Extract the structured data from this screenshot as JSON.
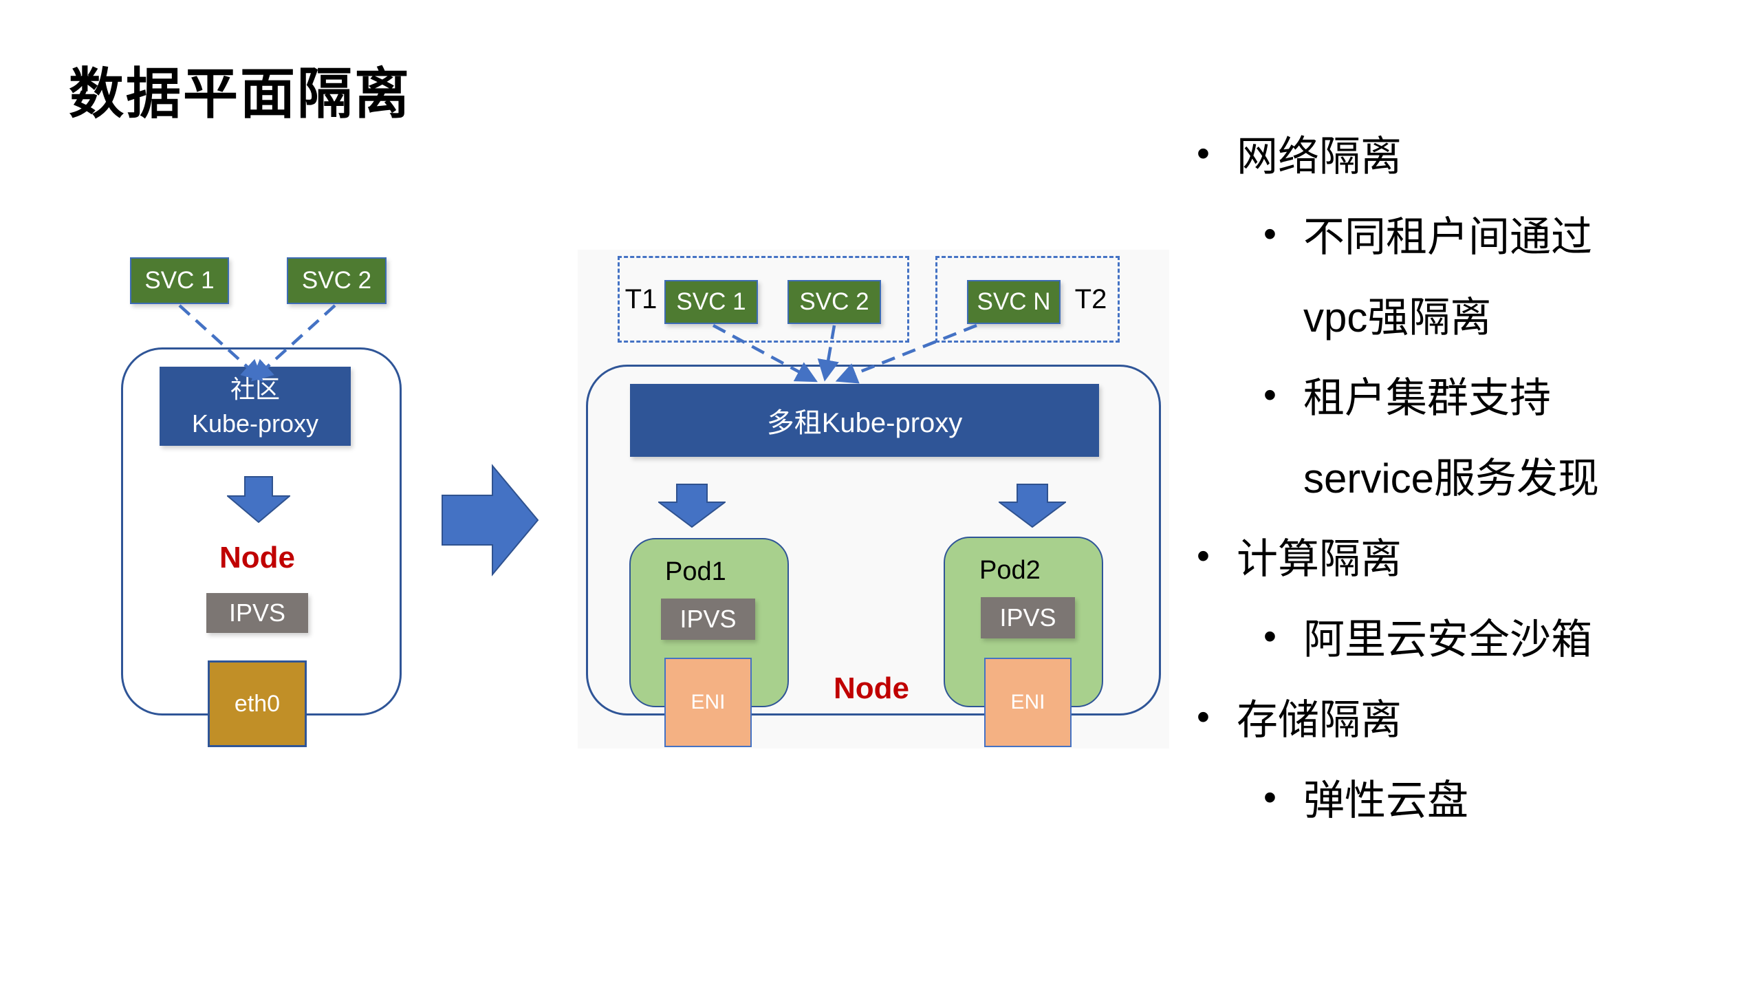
{
  "title": "数据平面隔离",
  "left_diagram": {
    "svc1_label": "SVC 1",
    "svc2_label": "SVC 2",
    "kube_proxy_line1": "社区",
    "kube_proxy_line2": "Kube-proxy",
    "node_label": "Node",
    "ipvs_label": "IPVS",
    "eth0_label": "eth0"
  },
  "middle_diagram": {
    "tenant1_label": "T1",
    "tenant2_label": "T2",
    "svc1_label": "SVC 1",
    "svc2_label": "SVC 2",
    "svcn_label": "SVC N",
    "kube_proxy_label": "多租Kube-proxy",
    "pod1_label": "Pod1",
    "pod2_label": "Pod2",
    "pod1_ipvs_label": "IPVS",
    "pod2_ipvs_label": "IPVS",
    "pod1_eni_label": "ENI",
    "pod2_eni_label": "ENI",
    "node_label": "Node"
  },
  "bullet_list": {
    "bullet_char": "•",
    "items": [
      {
        "level": 1,
        "bullet": true,
        "text": "网络隔离"
      },
      {
        "level": 2,
        "bullet": true,
        "text": "不同租户间通过"
      },
      {
        "level": 2,
        "bullet": false,
        "text": "vpc强隔离"
      },
      {
        "level": 2,
        "bullet": true,
        "text": "租户集群支持"
      },
      {
        "level": 2,
        "bullet": false,
        "text": "service服务发现"
      },
      {
        "level": 1,
        "bullet": true,
        "text": "计算隔离"
      },
      {
        "level": 2,
        "bullet": true,
        "text": "阿里云安全沙箱"
      },
      {
        "level": 1,
        "bullet": true,
        "text": "存储隔离"
      },
      {
        "level": 2,
        "bullet": true,
        "text": "弹性云盘"
      }
    ]
  },
  "colors": {
    "svc_green": "#4E7B31",
    "kube_proxy_blue": "#2F5597",
    "outline_blue": "#2F5597",
    "block_arrow_blue": "#4472C4",
    "block_arrow_border": "#2F528F",
    "dashed_arrow_blue": "#4472C4",
    "ipvs_gray": "#7C7673",
    "eth0_gold": "#C18F27",
    "eni_orange": "#F4B183",
    "pod_green": "#A8D08D",
    "node_red": "#C00000",
    "text_black": "#000000",
    "background": "#FFFFFF"
  }
}
